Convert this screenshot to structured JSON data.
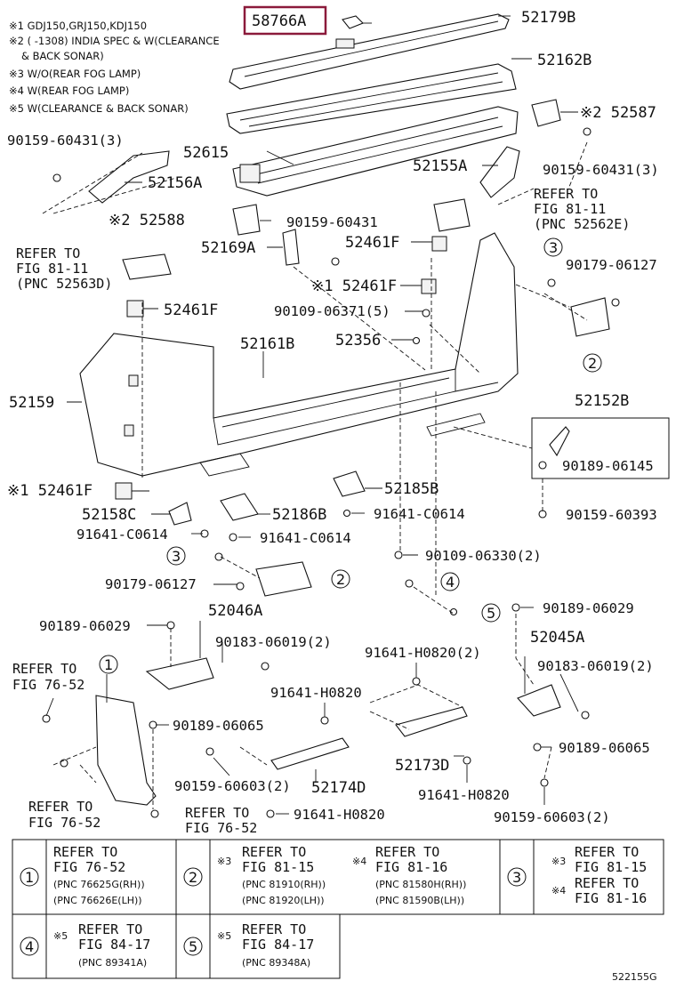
{
  "notes": [
    "※1 GDJ150,GRJ150,KDJ150",
    "※2 (      -1308) INDIA SPEC & W(CLEARANCE",
    "& BACK SONAR)",
    "※3 W/O(REAR FOG LAMP)",
    "※4 W(REAR FOG LAMP)",
    "※5 W(CLEARANCE & BACK SONAR)"
  ],
  "labels": {
    "p58766A": "58766A",
    "p52179B": "52179B",
    "p52162B": "52162B",
    "p52587": "※2 52587",
    "p90159_60431_3_l": "90159-60431(3)",
    "p52615": "52615",
    "p52155A": "52155A",
    "p52156A": "52156A",
    "p90159_60431_3_r": "90159-60431(3)",
    "refer_81_11_r1": "REFER TO",
    "refer_81_11_r2": "FIG 81-11",
    "refer_81_11_r3": "(PNC 52562E)",
    "p52588": "※2 52588",
    "p90159_60431": "90159-60431",
    "p52169A": "52169A",
    "p52461F_a": "52461F",
    "refer_81_11_l1": "REFER TO",
    "refer_81_11_l2": "FIG 81-11",
    "refer_81_11_l3": "(PNC 52563D)",
    "circ3_a": "3",
    "p90179_06127_a": "90179-06127",
    "p52461F_b": "※1 52461F",
    "p52461F_c": "52461F",
    "p90109_06371_5": "90109-06371(5)",
    "p52356": "52356",
    "circ2_a": "2",
    "p52161B": "52161B",
    "p52159": "52159",
    "p52152B": "52152B",
    "p90189_06145": "90189-06145",
    "p52461F_d": "※1 52461F",
    "p52185B": "52185B",
    "p52158C": "52158C",
    "p52186B": "52186B",
    "p91641_C0614_a": "91641-C0614",
    "p90159_60393": "90159-60393",
    "p91641_C0614_b": "91641-C0614",
    "p91641_C0614_c": "91641-C0614",
    "circ3_b": "3",
    "p90109_06330_2": "90109-06330(2)",
    "p90179_06127_b": "90179-06127",
    "circ2_b": "2",
    "circ4_a": "4",
    "circ5_a": "5",
    "p52046A": "52046A",
    "p90189_06029_l": "90189-06029",
    "p90189_06029_r": "90189-06029",
    "p90183_06019_2_a": "90183-06019(2)",
    "p91641_H0820_2": "91641-H0820(2)",
    "p52045A": "52045A",
    "refer_76_52_a1": "REFER TO",
    "refer_76_52_a2": "FIG 76-52",
    "circ1_a": "1",
    "p90183_06019_2_b": "90183-06019(2)",
    "p91641_H0820_a": "91641-H0820",
    "p90189_06065_l": "90189-06065",
    "p90189_06065_r": "90189-06065",
    "p52173D": "52173D",
    "p90159_60603_2_l": "90159-60603(2)",
    "p52174D": "52174D",
    "p91641_H0820_b": "91641-H0820",
    "refer_76_52_b1": "REFER TO",
    "refer_76_52_b2": "FIG 76-52",
    "refer_76_52_c1": "REFER TO",
    "refer_76_52_c2": "FIG 76-52",
    "p91641_H0820_c": "91641-H0820",
    "p90159_60603_2_r": "90159-60603(2)"
  },
  "table": {
    "row1": [
      {
        "circle": "1",
        "lines": [
          "REFER TO",
          "FIG 76-52"
        ],
        "pnc": [
          "(PNC 76625G(RH))",
          "(PNC 76626E(LH))"
        ]
      },
      {
        "circle": "2",
        "a_mark": "※3",
        "a_lines": [
          "REFER TO",
          "FIG 81-15"
        ],
        "a_pnc": [
          "(PNC 81910(RH))",
          "(PNC 81920(LH))"
        ],
        "b_mark": "※4",
        "b_lines": [
          "REFER TO",
          "FIG 81-16"
        ],
        "b_pnc": [
          "(PNC 81580H(RH))",
          "(PNC 81590B(LH))"
        ]
      },
      {
        "circle": "3",
        "a_mark": "※3",
        "a_lines": [
          "REFER TO",
          "FIG 81-15"
        ],
        "b_mark": "※4",
        "b_lines": [
          "REFER TO",
          "FIG 81-16"
        ]
      }
    ],
    "row2": [
      {
        "circle": "4",
        "mark": "※5",
        "lines": [
          "REFER TO",
          "FIG 84-17"
        ],
        "pnc": [
          "(PNC 89341A)"
        ]
      },
      {
        "circle": "5",
        "mark": "※5",
        "lines": [
          "REFER TO",
          "FIG 84-17"
        ],
        "pnc": [
          "(PNC 89348A)"
        ]
      }
    ]
  },
  "footer_code": "522155G",
  "highlight_color": "#8b1a3b"
}
